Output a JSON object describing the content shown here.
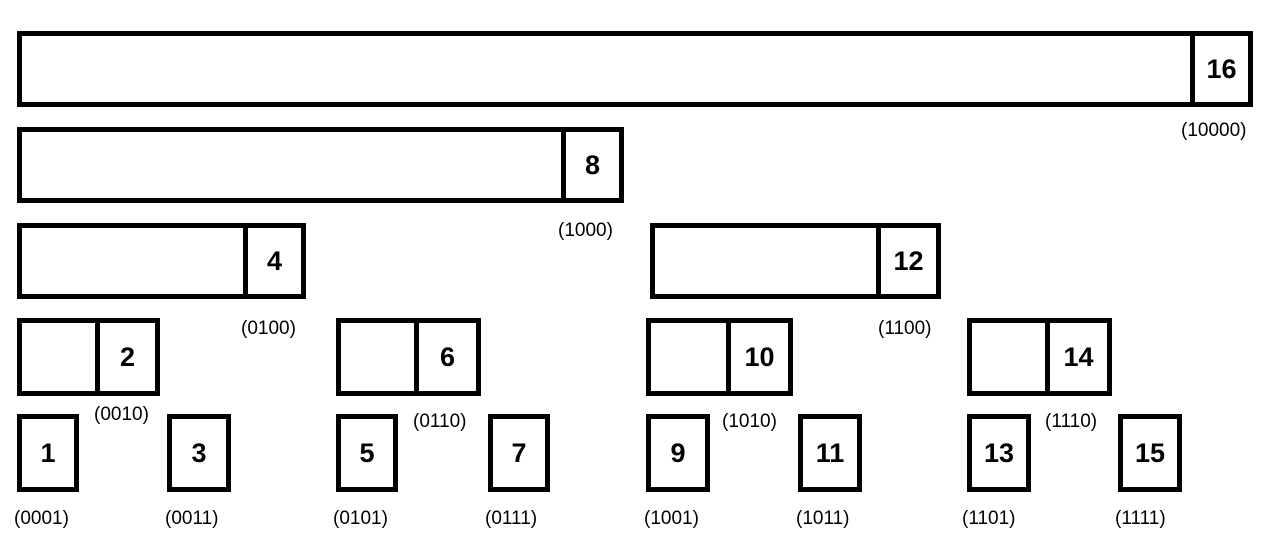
{
  "nodes": [
    {
      "label": "16",
      "binary": "(10000)"
    },
    {
      "label": "8",
      "binary": "(1000)"
    },
    {
      "label": "4",
      "binary": "(0100)"
    },
    {
      "label": "12",
      "binary": "(1100)"
    },
    {
      "label": "2",
      "binary": "(0010)"
    },
    {
      "label": "6",
      "binary": "(0110)"
    },
    {
      "label": "10",
      "binary": "(1010)"
    },
    {
      "label": "14",
      "binary": "(1110)"
    },
    {
      "label": "1",
      "binary": "(0001)"
    },
    {
      "label": "3",
      "binary": "(0011)"
    },
    {
      "label": "5",
      "binary": "(0101)"
    },
    {
      "label": "7",
      "binary": "(0111)"
    },
    {
      "label": "9",
      "binary": "(1001)"
    },
    {
      "label": "11",
      "binary": "(1011)"
    },
    {
      "label": "13",
      "binary": "(1101)"
    },
    {
      "label": "15",
      "binary": "(1111)"
    }
  ]
}
